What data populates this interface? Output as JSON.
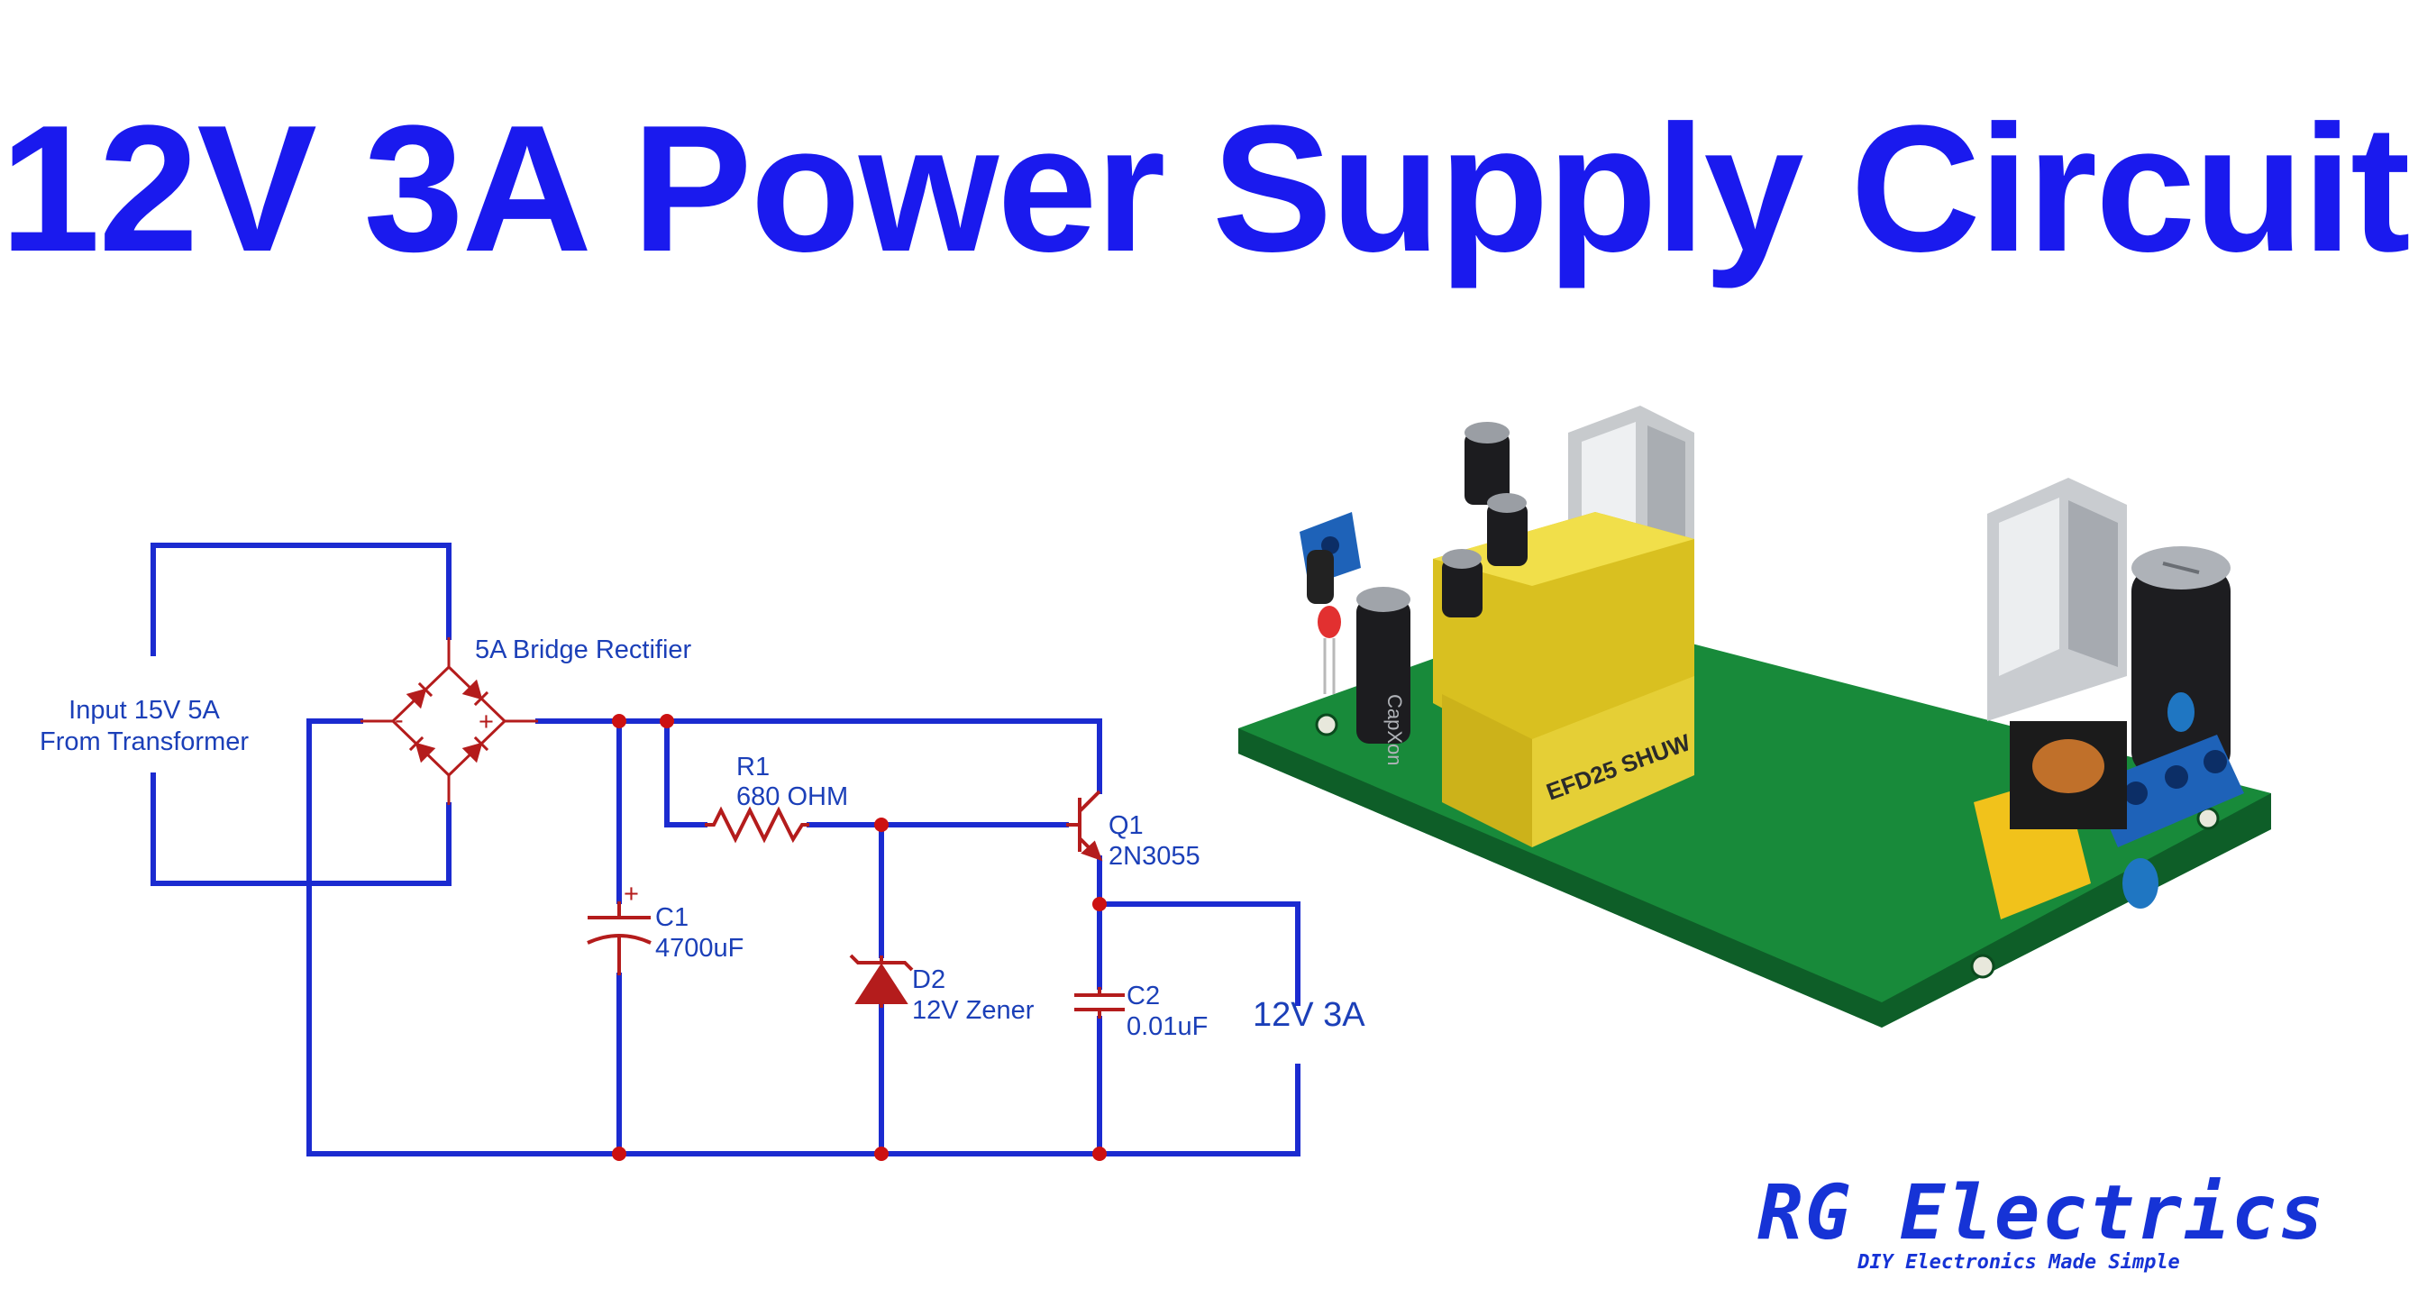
{
  "title": "12V 3A Power Supply Circuit",
  "colors": {
    "title": "#1a1aee",
    "wire": "#1b2bd0",
    "component": "#b41c1c",
    "junction": "#cc1111",
    "label": "#1b3fb8",
    "brand": "#1633d6"
  },
  "labels": {
    "input": [
      "Input 15V 5A",
      "From Transformer"
    ],
    "bridge": "5A Bridge Rectifier",
    "bridge_minus": "-",
    "bridge_plus": "+",
    "r1_name": "R1",
    "r1_value": "680 OHM",
    "c1_name": "C1",
    "c1_value": "4700uF",
    "c1_polarity": "+",
    "d2_name": "D2",
    "d2_value": "12V Zener",
    "q1_name": "Q1",
    "q1_value": "2N3055",
    "c2_name": "C2",
    "c2_value": "0.01uF",
    "output": "12V 3A"
  },
  "pcb_markings": {
    "transformer": "EFD25 SHUW",
    "capacitor_brand": "CapXon"
  },
  "brand": {
    "name": "RG Electrics",
    "tagline": "DIY Electronics Made Simple"
  }
}
